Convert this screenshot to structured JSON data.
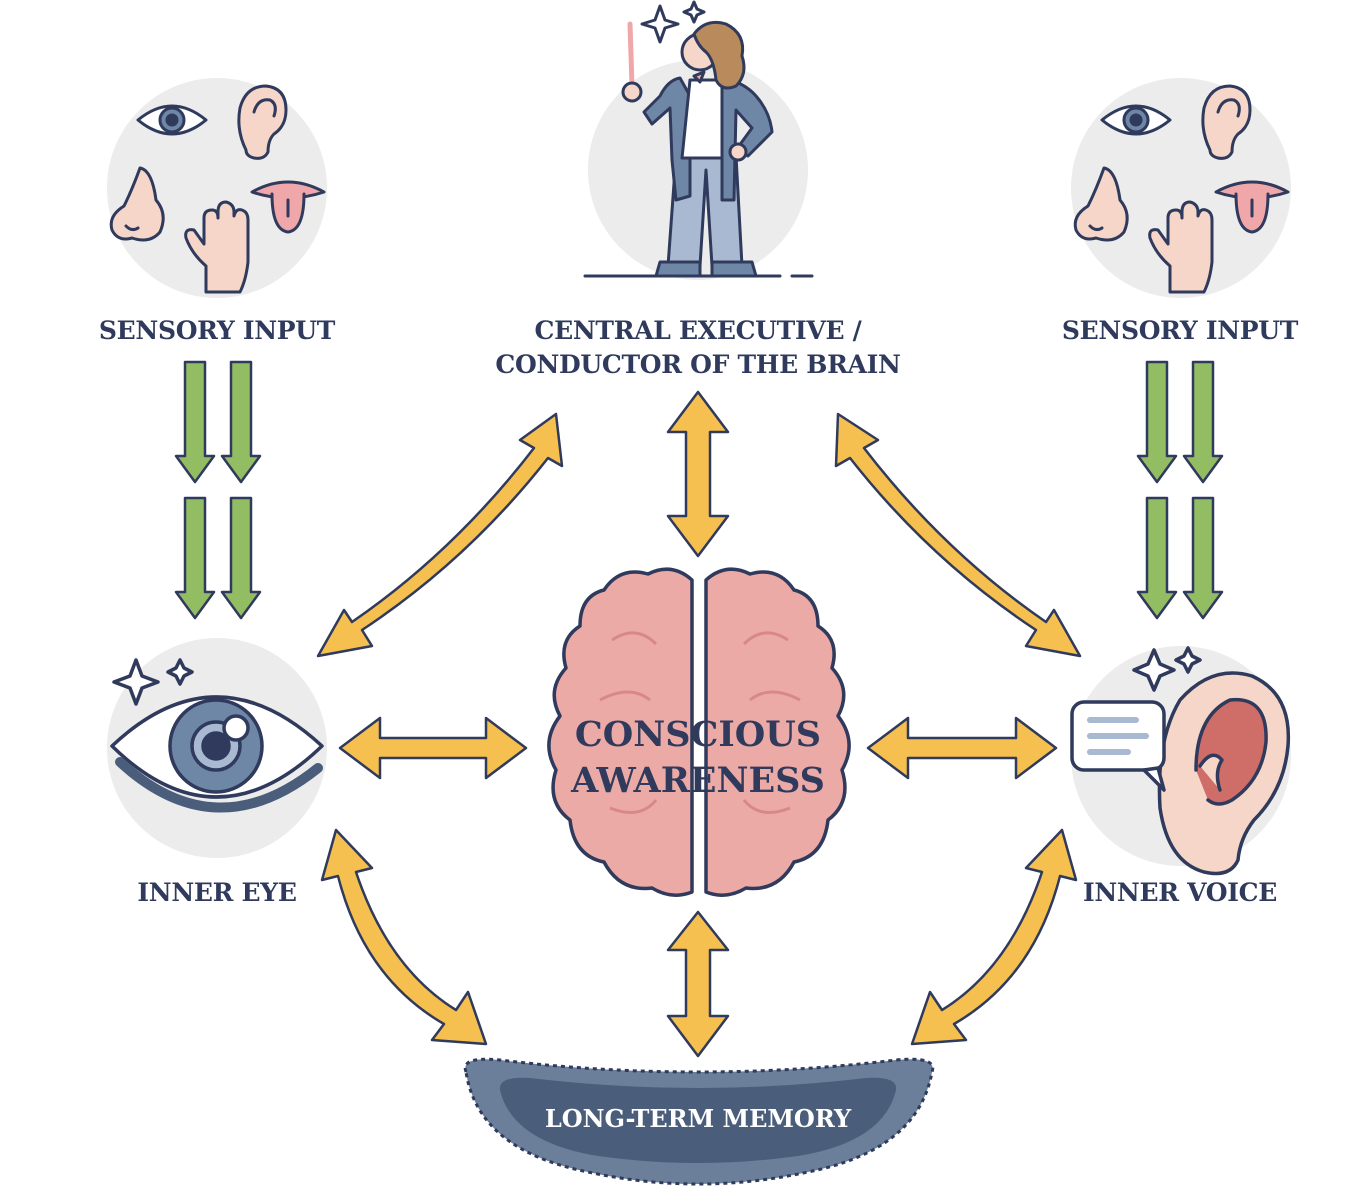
{
  "nodes": {
    "sensory_left": {
      "label": "SENSORY INPUT",
      "icons": [
        "eye-icon",
        "ear-icon",
        "nose-icon",
        "hand-icon",
        "tongue-icon"
      ]
    },
    "central": {
      "label_line1": "CENTRAL EXECUTIVE /",
      "label_line2": "CONDUCTOR OF THE BRAIN",
      "icon": "conductor-icon"
    },
    "sensory_right": {
      "label": "SENSORY INPUT",
      "icons": [
        "eye-icon",
        "ear-icon",
        "nose-icon",
        "hand-icon",
        "tongue-icon"
      ]
    },
    "inner_eye": {
      "label": "INNER EYE",
      "icon": "eye-icon"
    },
    "conscious": {
      "label_line1": "CONSCIOUS",
      "label_line2": "AWARENESS",
      "icon": "brain-icon"
    },
    "inner_voice": {
      "label": "INNER VOICE",
      "icons": [
        "ear-icon",
        "speech-bubble-icon"
      ]
    },
    "memory": {
      "label": "LONG-TERM MEMORY"
    }
  },
  "colors": {
    "outline": "#2f3a5c",
    "arrow_yellow": "#f5c04f",
    "arrow_green": "#93bd63",
    "circle_bg": "#ececec",
    "brain_pink": "#ecaaa6",
    "skin": "#f6d6c8",
    "memory_fill": "#6b7f9b",
    "memory_dark": "#4a5d7a",
    "eye_blue": "#6f87a6"
  }
}
